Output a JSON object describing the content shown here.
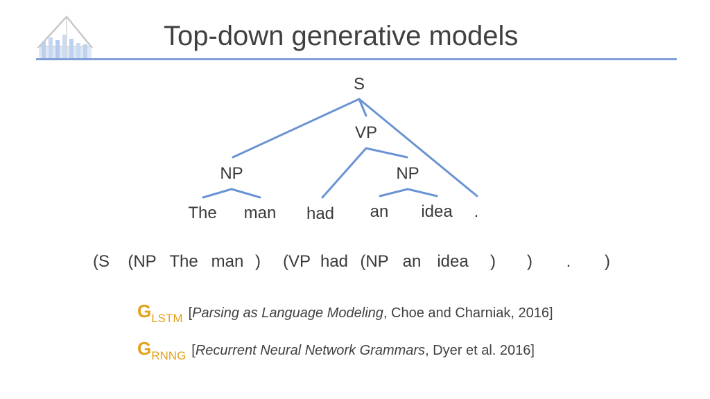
{
  "title": "Top-down generative models",
  "tree": {
    "nodes": {
      "s": "S",
      "vp": "VP",
      "np1": "NP",
      "np2": "NP"
    },
    "words": {
      "the": "The",
      "man": "man",
      "had": "had",
      "an": "an",
      "idea": "idea",
      "period": "."
    }
  },
  "bracketed": {
    "t1": "(S",
    "t2": "(NP",
    "t3": "The",
    "t4": "man",
    "t5": ")",
    "t6": "(VP",
    "t7": "had",
    "t8": "(NP",
    "t9": "an",
    "t10": "idea",
    "t11": ")",
    "t12": ")",
    "t13": ".",
    "t14": ")"
  },
  "references": [
    {
      "g": "G",
      "sub": "LSTM",
      "open": "[",
      "title": "Parsing as Language Modeling",
      "rest": ", Choe and Charniak, 2016]"
    },
    {
      "g": "G",
      "sub": "RNNG",
      "open": "[",
      "title": "Recurrent Neural Network Grammars",
      "rest": ", Dyer et al. 2016]"
    }
  ],
  "colors": {
    "accent_blue": "#6a93d4",
    "rule_blue": "#7f9fd8",
    "orange": "#e4a11a"
  }
}
